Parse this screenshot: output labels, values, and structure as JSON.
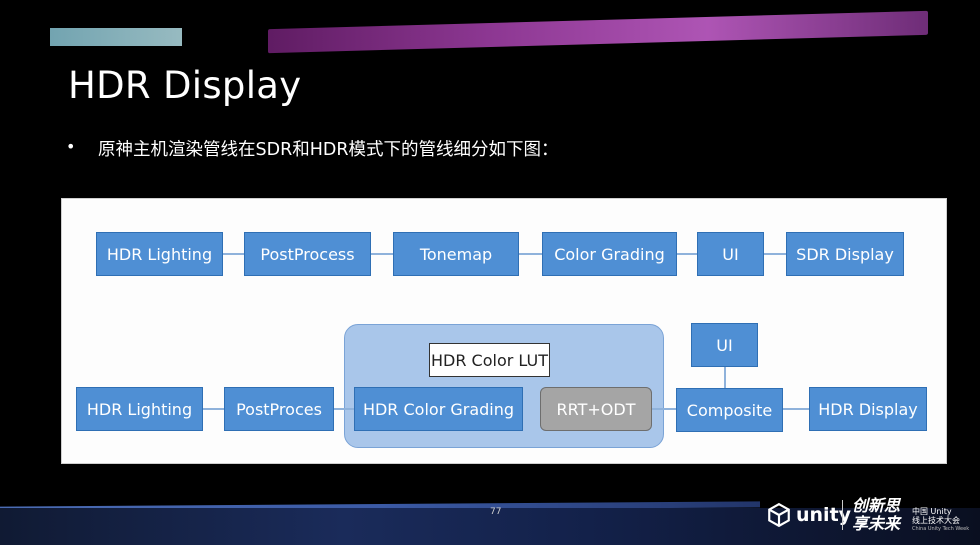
{
  "slide": {
    "title": "HDR Display",
    "bullet": "原神主机渲染管线在SDR和HDR模式下的管线细分如下图：",
    "page_number": "77"
  },
  "diagram": {
    "sdr_row": [
      "HDR Lighting",
      "PostProcess",
      "Tonemap",
      "Color Grading",
      "UI",
      "SDR Display"
    ],
    "hdr_row": {
      "lighting": "HDR Lighting",
      "postprocess": "PostProces",
      "lut": "HDR Color LUT",
      "grading": "HDR Color Grading",
      "rrt_odt": "RRT+ODT",
      "ui": "UI",
      "composite": "Composite",
      "display": "HDR Display"
    }
  },
  "branding": {
    "unity": "unity",
    "slogan_line1": "创新思",
    "slogan_line2": "享未来",
    "conf_line1": "中国 Unity",
    "conf_line2": "线上技术大会",
    "conf_en": "China Unity Tech Week"
  },
  "colors": {
    "box_blue": "#4f8fd4",
    "group_bg": "#a9c6ea",
    "rrt_gray": "#a5a5a5"
  }
}
